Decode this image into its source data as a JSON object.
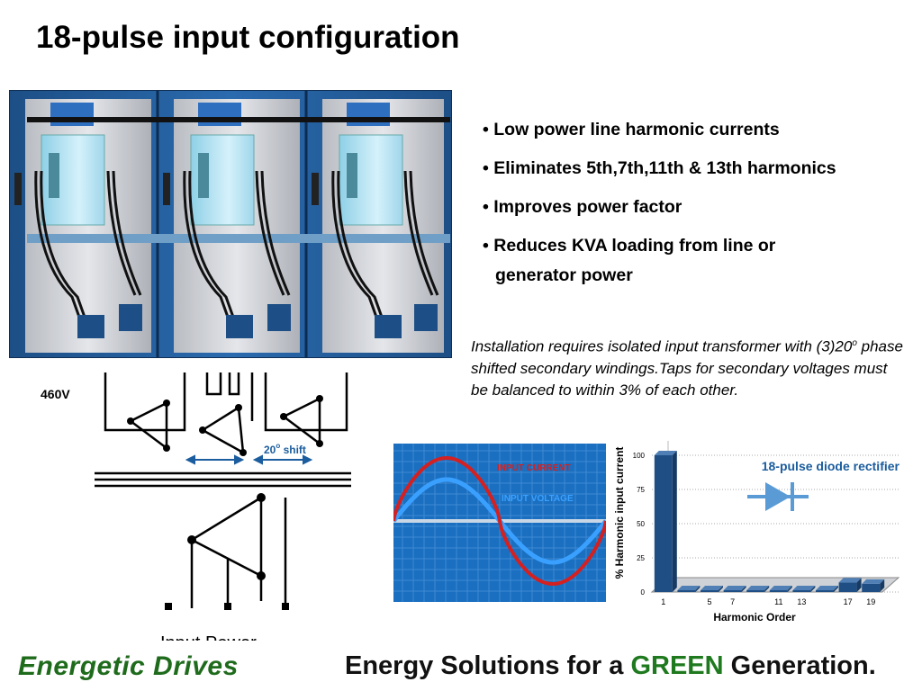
{
  "title": "18-pulse input configuration",
  "bullets": [
    {
      "text": "Low power line harmonic currents"
    },
    {
      "text": "Eliminates 5th,7th,11th & 13th harmonics"
    },
    {
      "text": "Improves power factor"
    },
    {
      "text": "Reduces KVA loading from line or",
      "continuation": "generator power"
    }
  ],
  "note": {
    "part1": "Installation requires isolated input transformer with (3)20",
    "degree": "o",
    "part2": " phase shifted secondary windings.Taps for secondary voltages must be balanced to within 3% of each other."
  },
  "schematic": {
    "voltage_label": "460V",
    "shift_label": "20",
    "shift_degree": "o",
    "shift_word": " shift",
    "input_label": "Input Power"
  },
  "waveform": {
    "current_label": "INPUT CURRENT",
    "voltage_label": "INPUT VOLTAGE",
    "colors": {
      "background": "#1a6fc0",
      "current": "#d42020",
      "voltage": "#3aa0ff",
      "axis": "#c8d6e6"
    }
  },
  "chart_data": {
    "type": "bar",
    "title": "18-pulse diode rectifier",
    "xlabel": "Harmonic Order",
    "ylabel": "% Harmonic input current",
    "ylim": [
      0,
      100
    ],
    "yticks": [
      0,
      25,
      50,
      75,
      100
    ],
    "categories": [
      "1",
      "",
      "5",
      "7",
      "",
      "11",
      "13",
      "",
      "17",
      "19"
    ],
    "values": [
      100,
      0.5,
      0.5,
      0.5,
      0.5,
      0.5,
      0.5,
      0.5,
      7,
      6
    ],
    "bar_color": "#1f4e84"
  },
  "footer": {
    "brand": "Energetic Drives",
    "tagline_part1": "Energy Solutions for a ",
    "tagline_green": "GREEN",
    "tagline_part2": " Generation."
  },
  "colors": {
    "brand_green": "#1f6b1c",
    "accent_blue": "#1b5d9e",
    "chart_title": "#1b5d9e"
  }
}
